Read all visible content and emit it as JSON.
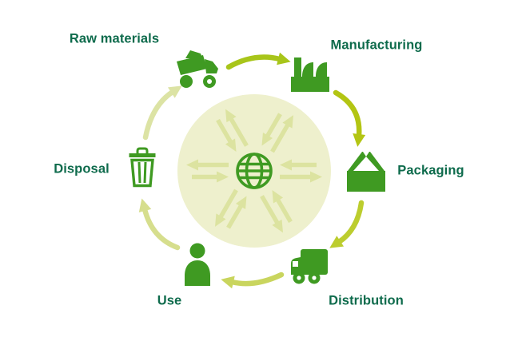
{
  "diagram": {
    "name": "product-lifecycle-cycle-diagram",
    "stages": [
      {
        "label": "Raw materials",
        "icon": "dump-truck-icon"
      },
      {
        "label": "Manufacturing",
        "icon": "factory-icon"
      },
      {
        "label": "Packaging",
        "icon": "package-box-icon"
      },
      {
        "label": "Distribution",
        "icon": "delivery-truck-icon"
      },
      {
        "label": "Use",
        "icon": "person-icon"
      },
      {
        "label": "Disposal",
        "icon": "trash-bin-icon"
      }
    ],
    "center_icon": "globe-icon",
    "flow_order": [
      "Raw materials",
      "Manufacturing",
      "Packaging",
      "Distribution",
      "Use",
      "Disposal"
    ],
    "colors": {
      "label_text": "#0e6b4c",
      "icon_green": "#3f9a22",
      "inner_circle_fill": "#eef0cd",
      "inner_arrows": "#dce3a0",
      "cycle_arrow_top": "#a8c51a",
      "cycle_arrow_right_upper": "#b3c513",
      "cycle_arrow_right_lower": "#bccd2e",
      "cycle_arrow_bottom": "#c9d55e",
      "cycle_arrow_left_lower": "#d6de8d",
      "cycle_arrow_left_upper": "#dce3a4",
      "background": "#ffffff"
    }
  }
}
